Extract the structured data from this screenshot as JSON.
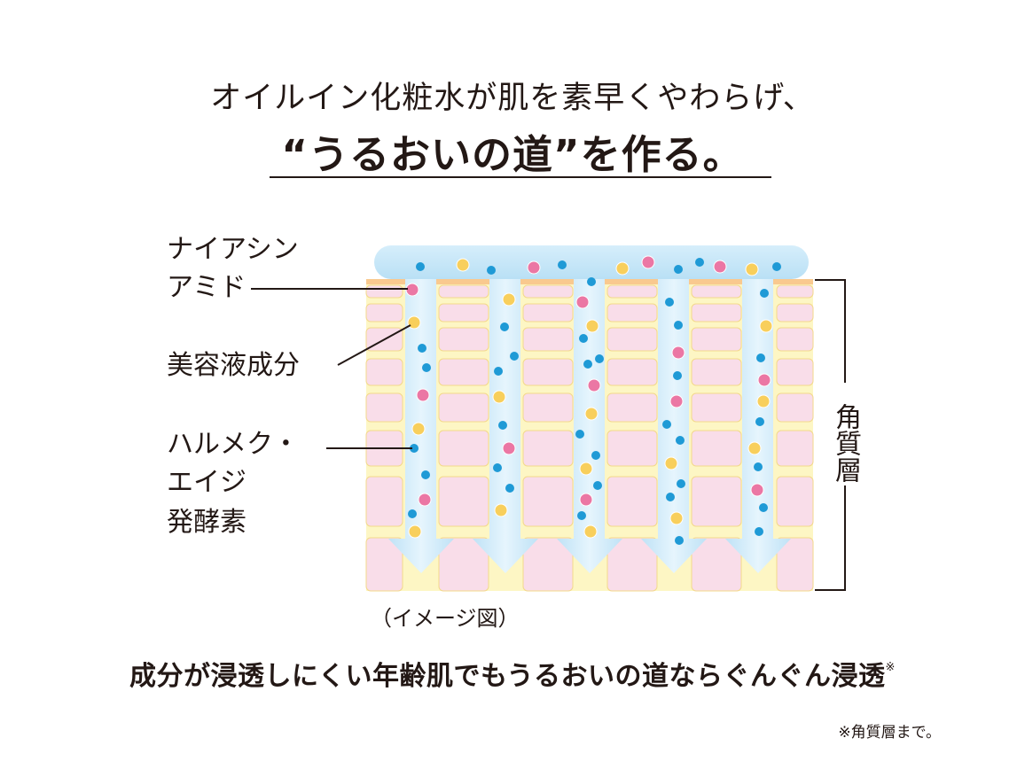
{
  "headline": {
    "line1": "オイルイン化粧水が肌を素早くやわらげ、",
    "line2": "“うるおいの道”を作る。"
  },
  "labels": {
    "niacinamide_line1": "ナイアシン",
    "niacinamide_line2": "アミド",
    "serum_ingredient": "美容液成分",
    "enzyme_line1": "ハルメク・",
    "enzyme_line2": "エイジ",
    "enzyme_line3": "発酵素",
    "stratum_corneum": "角質層"
  },
  "diagram": {
    "caption": "（イメージ図）",
    "colors": {
      "cell_pink": "#f9dde9",
      "cell_border": "#f3d98a",
      "lipid_yellow": "#fdf6c4",
      "surface_orange": "#f9c98f",
      "channel_blue": "#cde9f8",
      "dot_blue": "#1f9ad6",
      "dot_pink": "#eb77a4",
      "dot_yellow": "#f8cf5c"
    }
  },
  "footer": {
    "statement": "成分が浸透しにくい年齢肌でもうるおいの道ならぐんぐん浸透",
    "statement_mark": "※",
    "note": "※角質層まで。"
  }
}
